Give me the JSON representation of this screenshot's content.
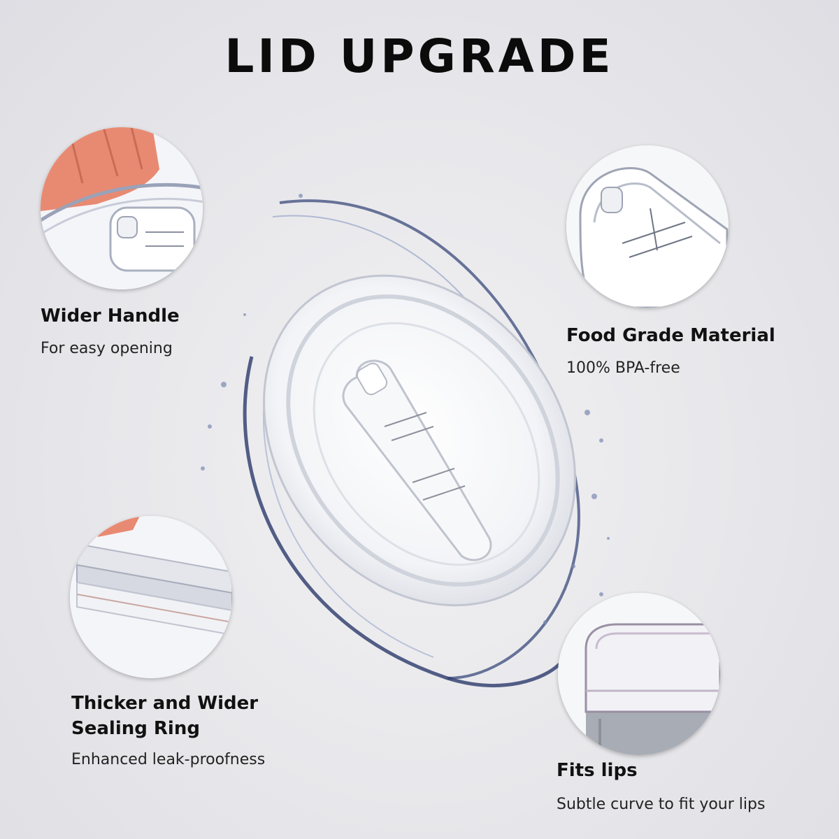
{
  "page": {
    "title": "LID UPGRADE"
  },
  "features": [
    {
      "title": "Wider Handle",
      "description": "For easy opening",
      "icon": "lid-handle-closeup"
    },
    {
      "title": "Food Grade Material",
      "description": "100% BPA-free",
      "icon": "lid-slider-closeup"
    },
    {
      "title_line1": "Thicker and Wider",
      "title_line2": "Sealing Ring",
      "description": "Enhanced leak-proofness",
      "icon": "sealing-ring-closeup"
    },
    {
      "title": "Fits lips",
      "description": "Subtle curve to fit your lips",
      "icon": "lid-edge-closeup"
    }
  ],
  "colors": {
    "background": "#e9e9ec",
    "title": "#0b0b0b",
    "water_splash": "#5a6b9a",
    "skin": "#e88a72"
  }
}
